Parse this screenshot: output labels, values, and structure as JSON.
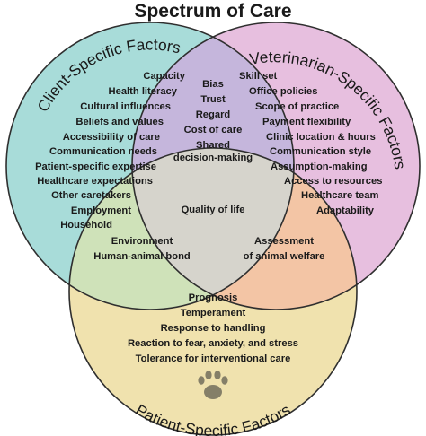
{
  "title": "Spectrum of Care",
  "colors": {
    "client": "#a8dcd9",
    "veterinarian": "#e7bfdf",
    "patient": "#f0e2ae",
    "client_vet": "#c5b6dc",
    "client_patient": "#cfe2b9",
    "vet_patient": "#f3c5a5",
    "center": "#d6d4cc",
    "outline": "#2f2f2f"
  },
  "circles": {
    "client": {
      "label": "Client-Specific Factors",
      "items": [
        "Capacity",
        "Health literacy",
        "Cultural influences",
        "Beliefs and values",
        "Accessibility of care",
        "Communication needs",
        "Patient-specific expertise",
        "Healthcare expectations",
        "Other caretakers",
        "Employment",
        "Household"
      ]
    },
    "veterinarian": {
      "label": "Veterinarian-Specific Factors",
      "items": [
        "Skill set",
        "Office policies",
        "Scope of practice",
        "Payment flexibility",
        "Clinic location & hours",
        "Communication style",
        "Assumption-making",
        "Access to resources",
        "Healthcare team",
        "Adaptability"
      ]
    },
    "patient": {
      "label": "Patient-Specific Factors",
      "items": [
        "Prognosis",
        "Temperament",
        "Response to handling",
        "Reaction to fear, anxiety, and stress",
        "Tolerance for interventional care"
      ]
    }
  },
  "overlaps": {
    "client_vet": [
      "Bias",
      "Trust",
      "Regard",
      "Cost of care",
      "Shared",
      "decision-making"
    ],
    "client_patient": [
      "Environment",
      "Human-animal bond"
    ],
    "vet_patient": [
      "Assessment",
      "of animal welfare"
    ],
    "center": [
      "Quality of life"
    ]
  },
  "icons": {
    "patient": "paw-print-icon"
  }
}
